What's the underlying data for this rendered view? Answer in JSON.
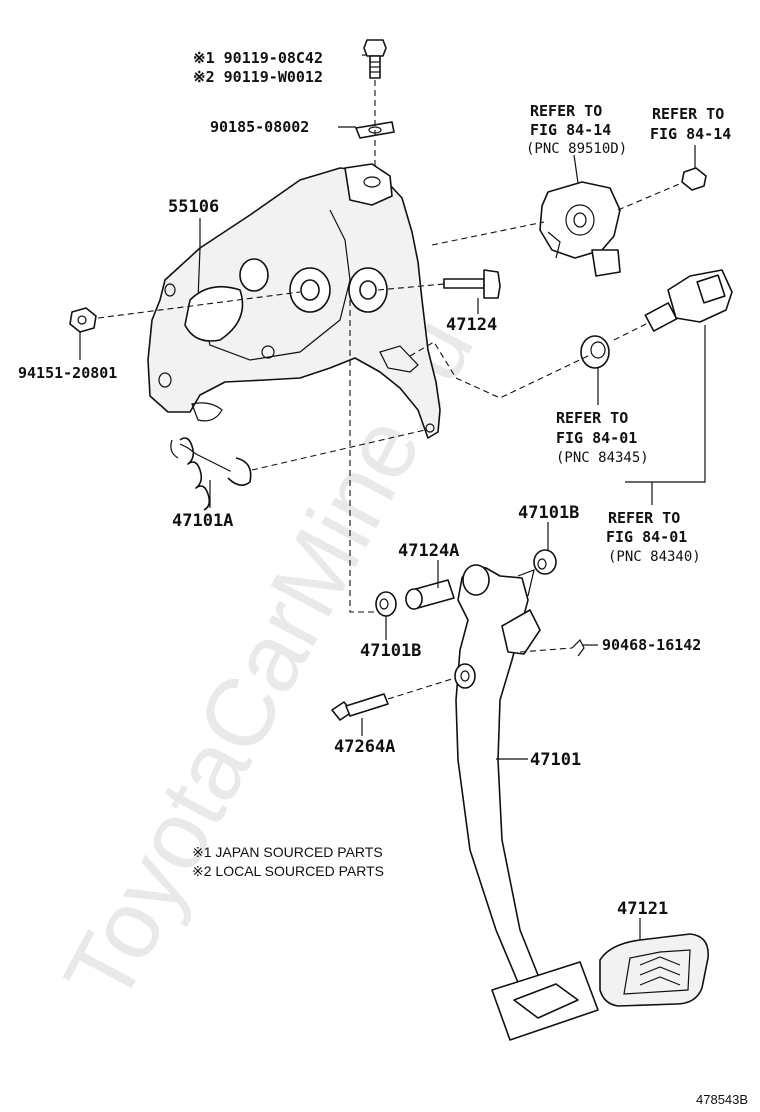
{
  "watermark": "ToyotaCarMine.ru",
  "parts": {
    "bolt_note_1": "※1 90119-08C42",
    "bolt_note_2": "※2 90119-W0012",
    "clip": "90185-08002",
    "bracket": "55106",
    "nut": "94151-20801",
    "bolt_47124": "47124",
    "spring": "47101A",
    "bushing_top": "47101B",
    "collar": "47124A",
    "bushing_left": "47101B",
    "pin": "90468-16142",
    "shaft_bolt": "47264A",
    "pedal_arm": "47101",
    "pedal_pad": "47121"
  },
  "refs": {
    "ref1": {
      "line1": "REFER TO",
      "line2": "FIG 84-14",
      "line3": "(PNC 89510D)"
    },
    "ref2": {
      "line1": "REFER TO",
      "line2": "FIG 84-14"
    },
    "ref3": {
      "line1": "REFER TO",
      "line2": "FIG 84-01",
      "line3": "(PNC 84345)"
    },
    "ref4": {
      "line1": "REFER TO",
      "line2": "FIG 84-01",
      "line3": "(PNC 84340)"
    }
  },
  "notes": {
    "note1": "※1 JAPAN SOURCED PARTS",
    "note2": "※2 LOCAL SOURCED PARTS"
  },
  "figure_code": "478543B"
}
